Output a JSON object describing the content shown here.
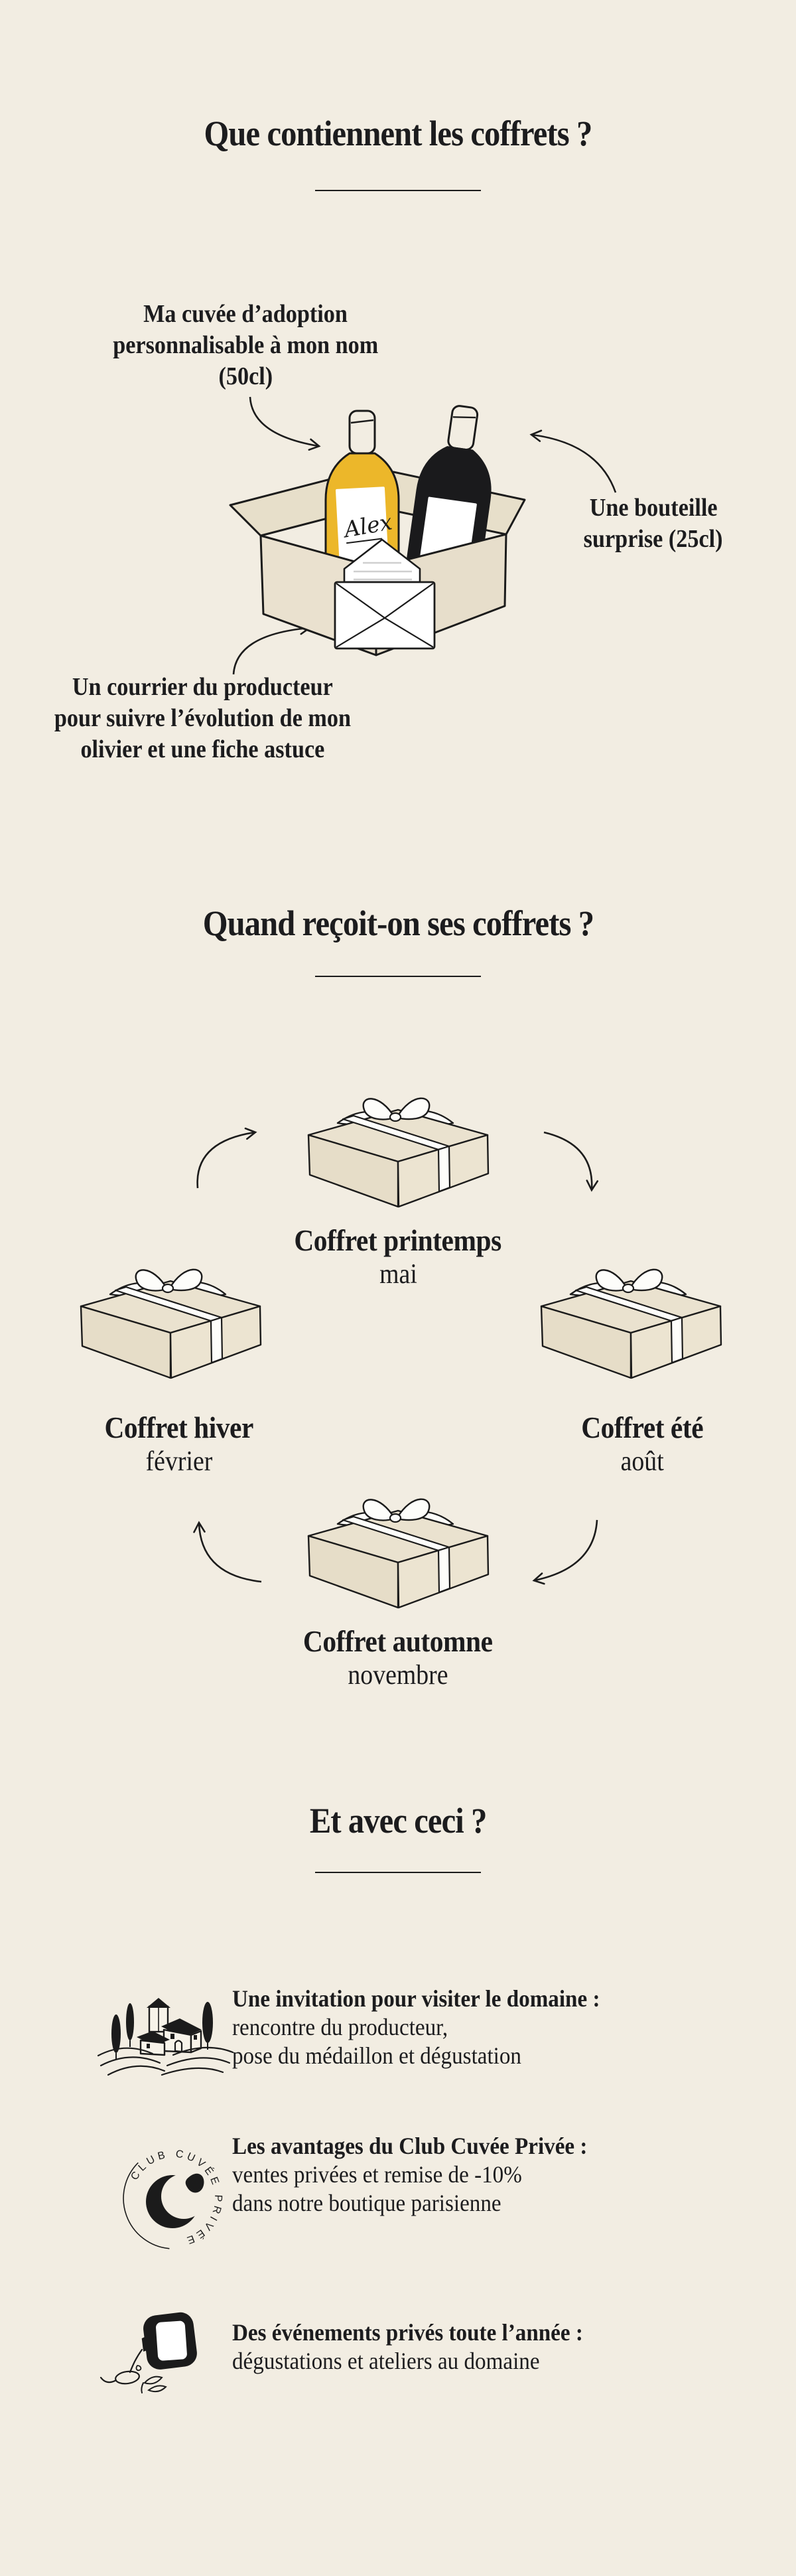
{
  "colors": {
    "background": "#f2ede2",
    "ink": "#1c1c1e",
    "bottle_yellow": "#ecb72a",
    "cardboard": "#e9e1ce"
  },
  "section_contents": {
    "title": "Que contiennent les coffrets ?",
    "cuvee_note_line1": "Ma cuvée d’adoption",
    "cuvee_note_line2": "personnalisable à mon nom",
    "cuvee_note_line3": "(50cl)",
    "surprise_note_line1": "Une bouteille",
    "surprise_note_line2": "surprise (25cl)",
    "courrier_note_line1": "Un courrier du producteur",
    "courrier_note_line2": "pour suivre l’évolution de mon",
    "courrier_note_line3": "olivier et une fiche astuce",
    "bottle_label": "Alex"
  },
  "section_schedule": {
    "title": "Quand reçoit-on ses coffrets ?",
    "boxes": [
      {
        "label": "Coffret printemps",
        "month": "mai"
      },
      {
        "label": "Coffret été",
        "month": "août"
      },
      {
        "label": "Coffret automne",
        "month": "novembre"
      },
      {
        "label": "Coffret hiver",
        "month": "février"
      }
    ]
  },
  "section_extras": {
    "title": "Et avec ceci ?",
    "items": [
      {
        "heading": "Une invitation pour visiter le domaine :",
        "line1": "rencontre du producteur,",
        "line2": "pose du médaillon et dégustation"
      },
      {
        "heading": "Les avantages du Club Cuvée Privée :",
        "line1": "ventes privées et remise de -10%",
        "line2": "dans notre boutique parisienne",
        "stamp_text": "CLUB CUVÉE PRIVÉE"
      },
      {
        "heading": "Des événements privés toute l’année :",
        "line1": "dégustations et ateliers au domaine"
      }
    ]
  }
}
